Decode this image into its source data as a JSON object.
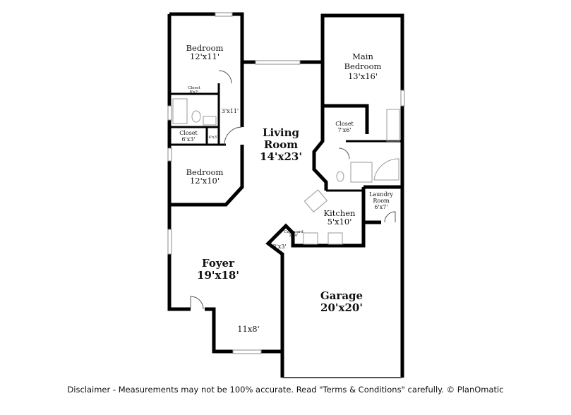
{
  "rooms": {
    "bedroom1": {
      "name": "Bedroom",
      "size": "12'x11'"
    },
    "closet1": {
      "name": "Closet",
      "size": "8'x2'"
    },
    "hall": {
      "size": "3'x11'"
    },
    "closet2": {
      "name": "Closet",
      "size": "6'x3'"
    },
    "closet_small": {
      "size": "4'x3'"
    },
    "bedroom2": {
      "name": "Bedroom",
      "size": "12'x10'"
    },
    "living": {
      "name1": "Living",
      "name2": "Room",
      "size": "14'x23'"
    },
    "main_bedroom": {
      "name1": "Main",
      "name2": "Bedroom",
      "size": "13'x16'"
    },
    "closet3": {
      "name": "Closet",
      "size": "7'x6'"
    },
    "laundry": {
      "name1": "Laundry",
      "name2": "Room",
      "size": "6'x7'"
    },
    "kitchen": {
      "name": "Kitchen",
      "size": "5'x10'"
    },
    "cupboard": {
      "name": "Cupboard",
      "size": "2'x4'"
    },
    "nook": {
      "size": "3'x3'"
    },
    "foyer": {
      "name": "Foyer",
      "size": "19'x18'"
    },
    "porch": {
      "size": "11x8'"
    },
    "garage": {
      "name": "Garage",
      "size": "20'x20'"
    }
  },
  "colors": {
    "wall": "#000000",
    "fixture": "#999999"
  },
  "disclaimer": "Disclaimer - Measurements may not be 100% accurate. Read \"Terms & Conditions\" carefully. © PlanOmatic"
}
